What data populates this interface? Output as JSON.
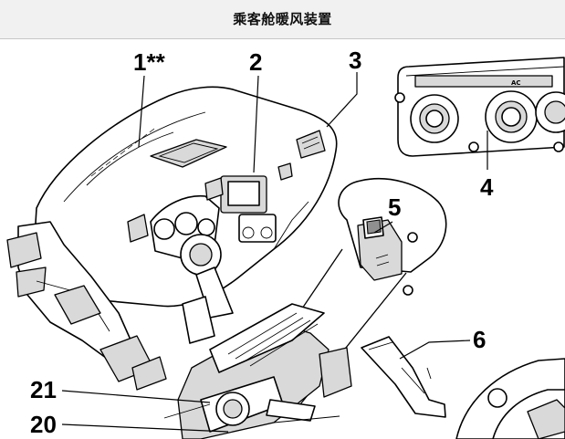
{
  "header": {
    "title": "乘客舱暖风装置"
  },
  "callouts": {
    "c1": "1**",
    "c2": "2",
    "c3": "3",
    "c4": "4",
    "c5": "5",
    "c6": "6",
    "c20": "20",
    "c21": "21"
  },
  "control_panel": {
    "ac_label": "AC"
  }
}
